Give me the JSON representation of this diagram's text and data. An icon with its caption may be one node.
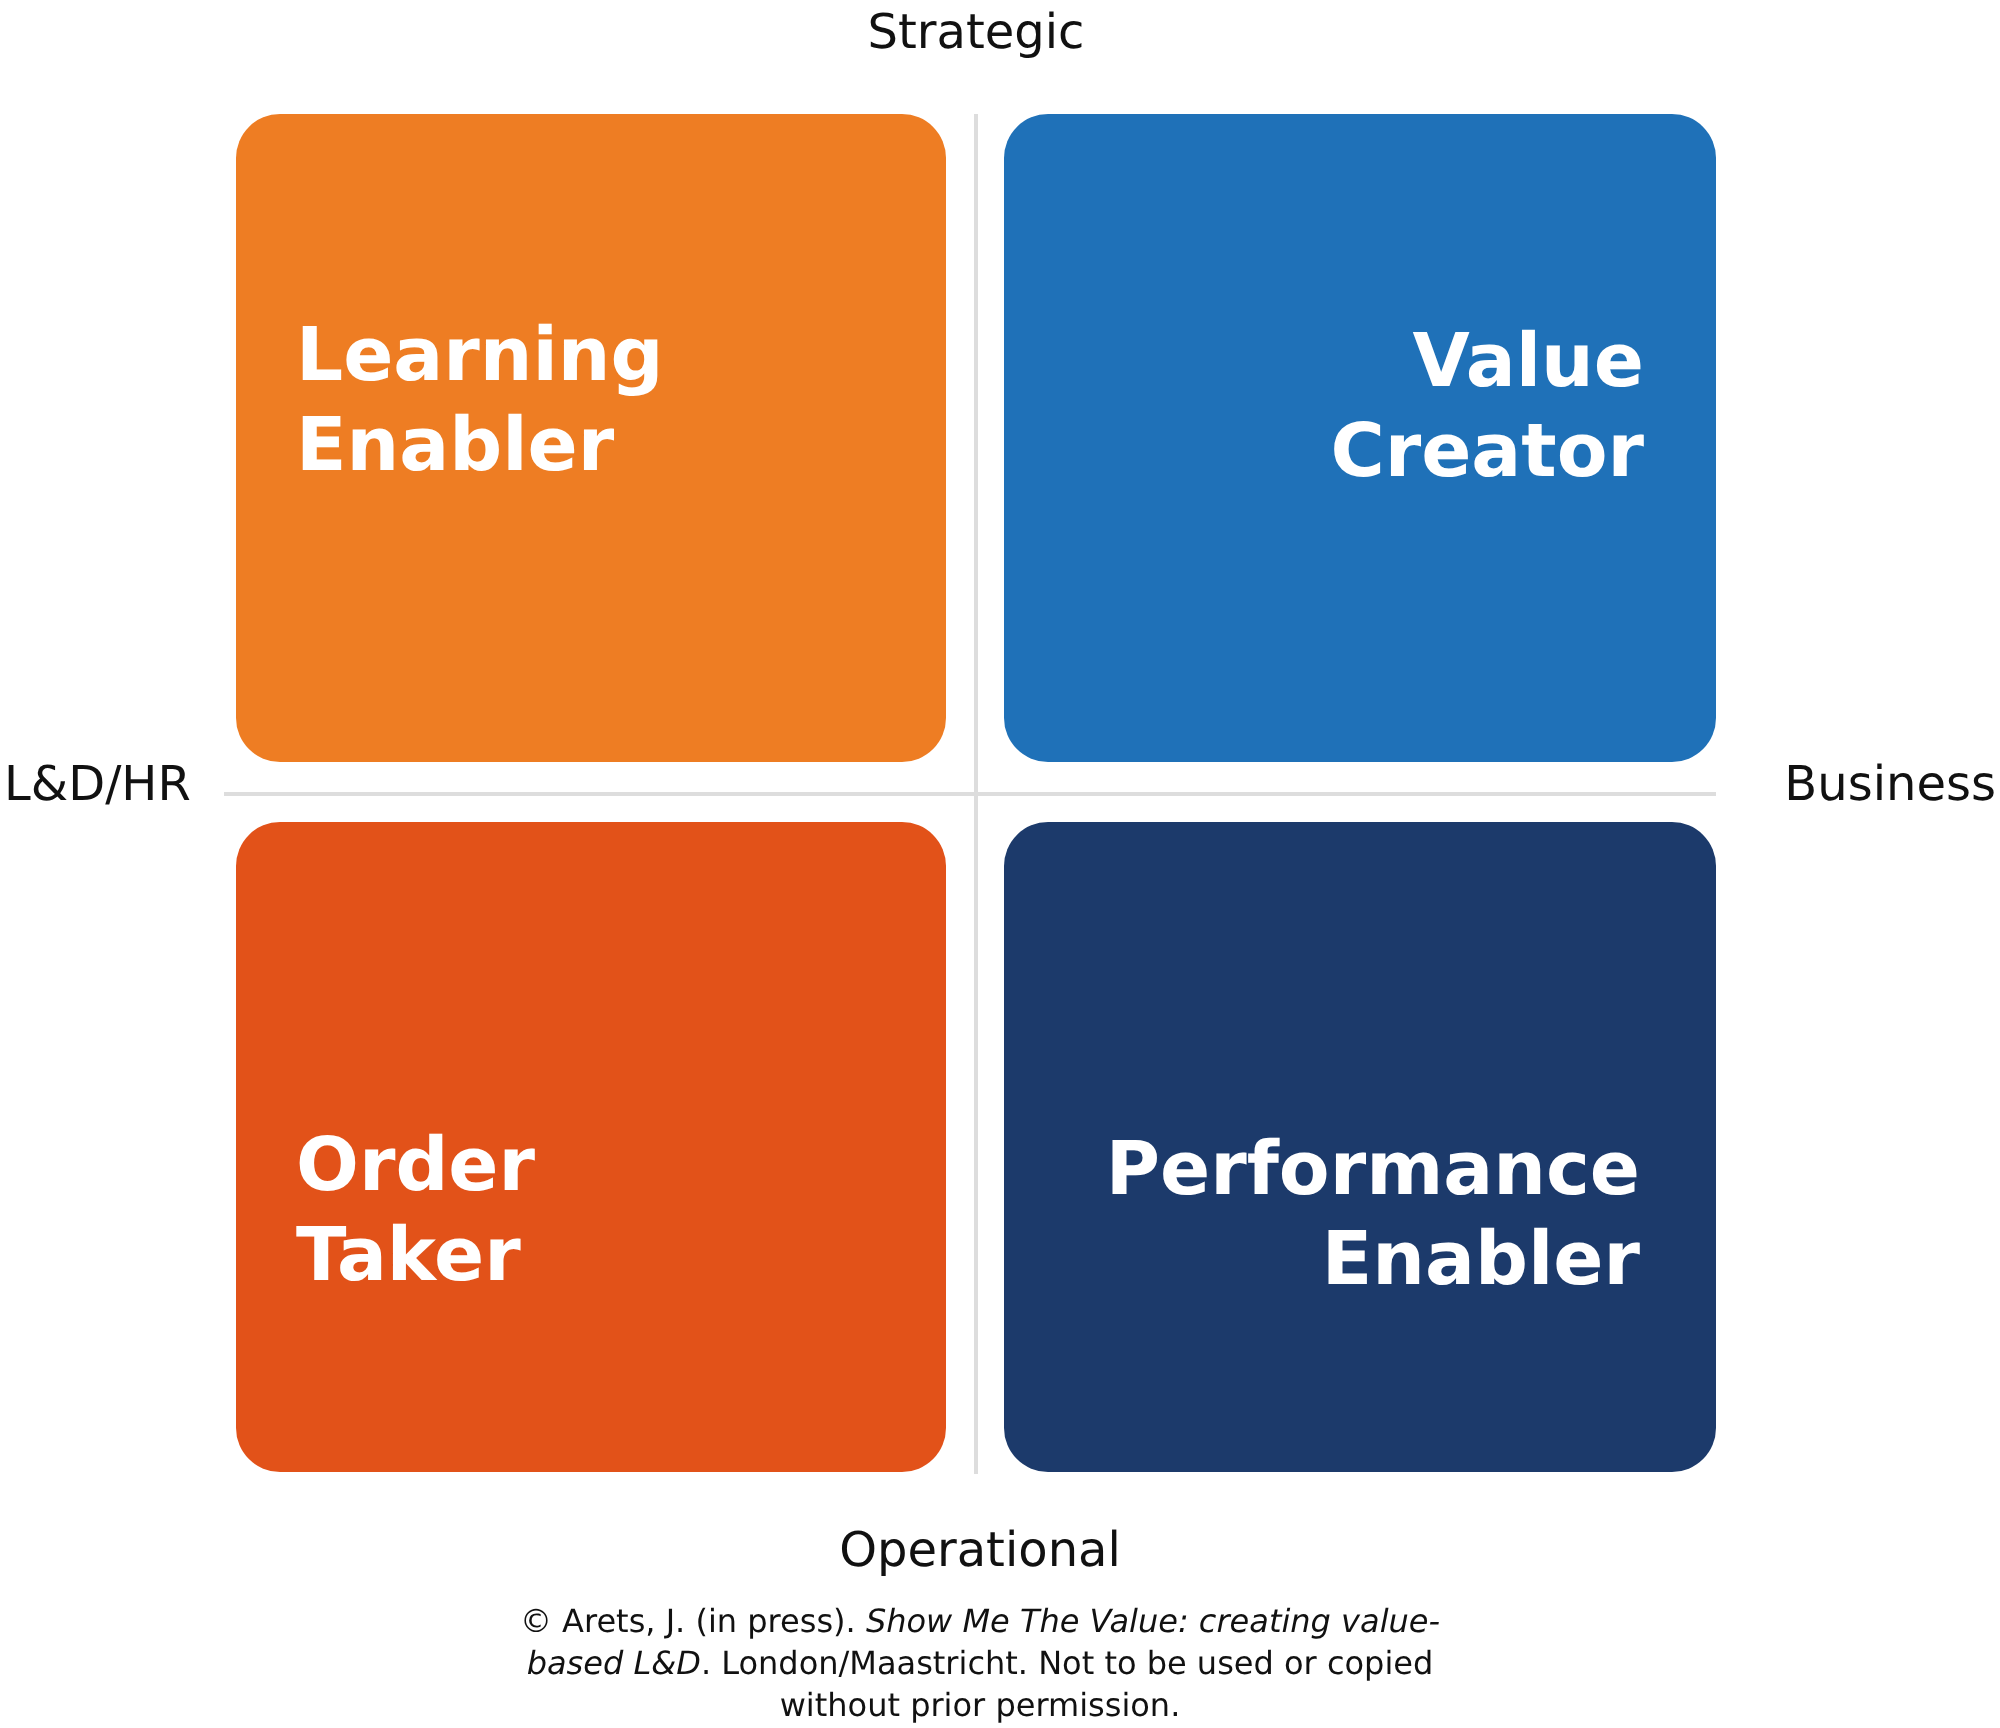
{
  "diagram": {
    "caption": "© Arets, J. (in press). *Show Me The Value: creating value-based L&D*. London/Maastricht. Not to be used or copied without prior permission.",
    "nodes": [
      {
        "text": [
          "Learning Enabler"
        ]
      },
      {
        "text": [
          "Value Creator"
        ]
      },
      {
        "text": [
          "Order Taker"
        ]
      },
      {
        "text": [
          "Performance Enabler"
        ]
      }
    ],
    "labels": [
      "Strategic",
      "L&D/HR",
      "Business",
      "Operational"
    ]
  }
}
